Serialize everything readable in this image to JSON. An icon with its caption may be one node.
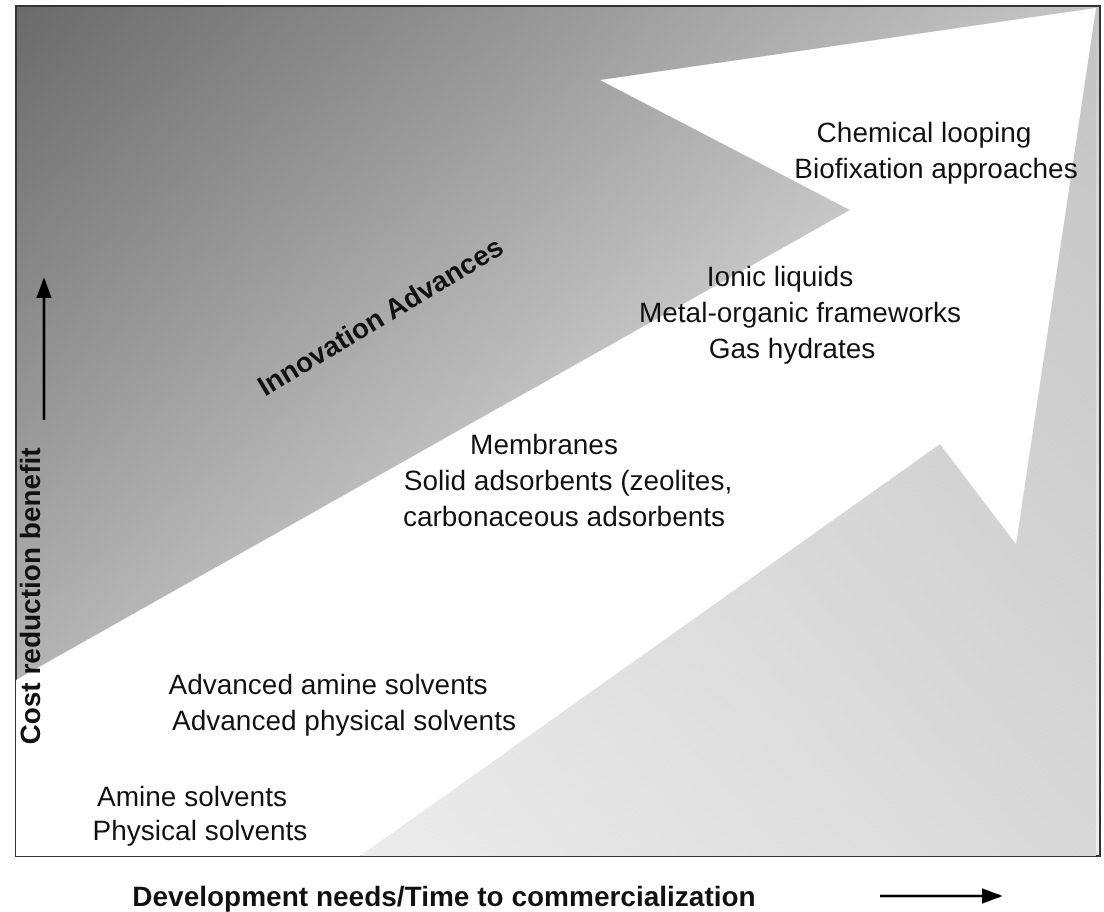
{
  "diagram": {
    "labels": [
      "Chemical looping",
      "Biofixation approaches",
      "Innovation Advances",
      "Ionic liquids",
      "Metal-organic frameworks",
      "Gas hydrates",
      "Membranes",
      "Solid adsorbents (zeolites,",
      "carbonaceous adsorbents",
      "Advanced amine solvents",
      "Advanced physical solvents",
      "Amine solvents",
      "Physical solvents",
      "Cost reduction benefit",
      "Development needs/Time to commercialization"
    ]
  }
}
